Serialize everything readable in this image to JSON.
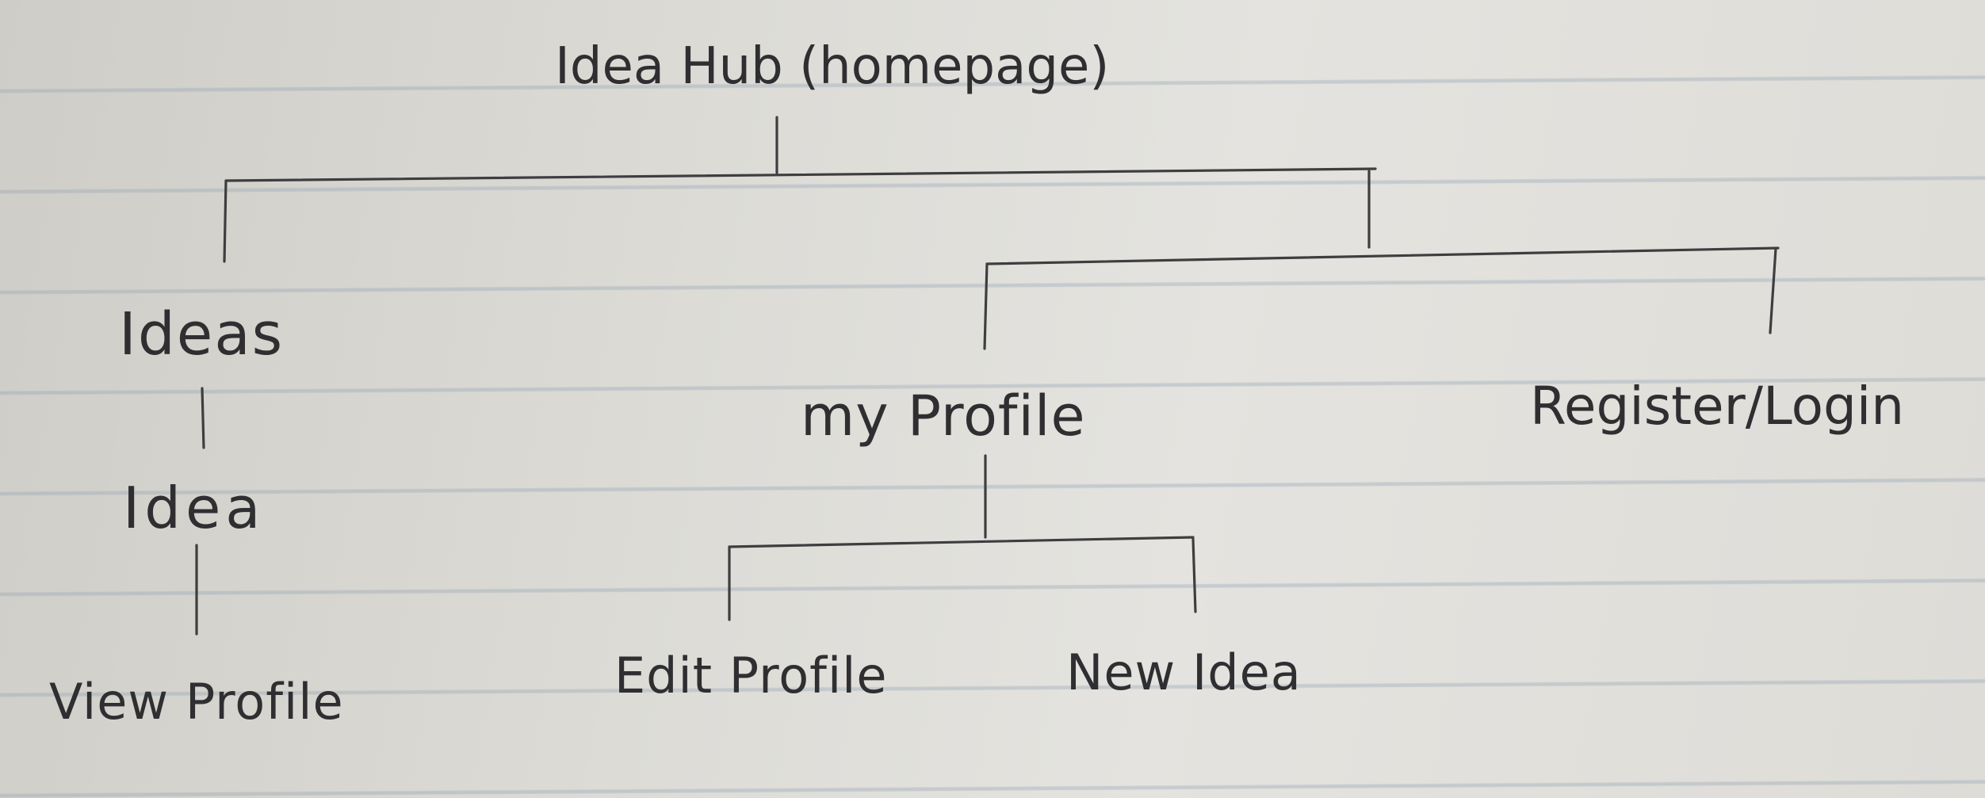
{
  "diagram": {
    "root": "Idea Hub (homepage)",
    "nodes": {
      "ideas": "Ideas",
      "idea": "Idea",
      "view_profile": "View Profile",
      "my_profile": "my Profile",
      "register_login": "Register/Login",
      "edit_profile": "Edit Profile",
      "new_idea": "New Idea"
    },
    "edges": [
      [
        "Idea Hub (homepage)",
        "Ideas"
      ],
      [
        "Idea Hub (homepage)",
        "my Profile"
      ],
      [
        "Idea Hub (homepage)",
        "Register/Login"
      ],
      [
        "Ideas",
        "Idea"
      ],
      [
        "Idea",
        "View Profile"
      ],
      [
        "my Profile",
        "Edit Profile"
      ],
      [
        "my Profile",
        "New Idea"
      ]
    ]
  },
  "colors": {
    "ink": "#3e3e40",
    "paper": "#e0dfdb",
    "rule_lines": "#96a5b4"
  }
}
